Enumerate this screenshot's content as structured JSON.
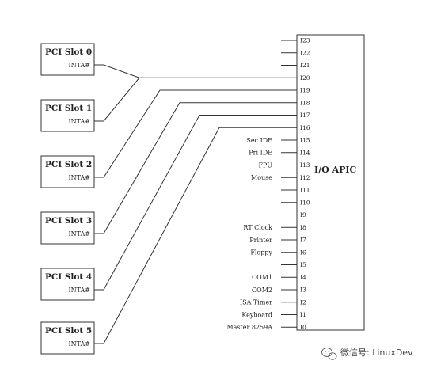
{
  "apic": {
    "title": "I/O APIC",
    "pins": [
      "I23",
      "I22",
      "I21",
      "I20",
      "I19",
      "I18",
      "I17",
      "I16",
      "I15",
      "I14",
      "I13",
      "I12",
      "I11",
      "I10",
      "I9",
      "I8",
      "I7",
      "I6",
      "I5",
      "I4",
      "I3",
      "I2",
      "I1",
      "I0"
    ]
  },
  "slots": [
    {
      "name": "PCI Slot 0",
      "pin": "INTA#"
    },
    {
      "name": "PCI Slot 1",
      "pin": "INTA#"
    },
    {
      "name": "PCI Slot 2",
      "pin": "INTA#"
    },
    {
      "name": "PCI Slot 3",
      "pin": "INTA#"
    },
    {
      "name": "PCI Slot 4",
      "pin": "INTA#"
    },
    {
      "name": "PCI Slot 5",
      "pin": "INTA#"
    }
  ],
  "isa_devices": [
    {
      "label": "Sec IDE",
      "irq": "I15"
    },
    {
      "label": "Pri IDE",
      "irq": "I14"
    },
    {
      "label": "FPU",
      "irq": "I13"
    },
    {
      "label": "Mouse",
      "irq": "I12"
    },
    {
      "label": "RT Clock",
      "irq": "I8"
    },
    {
      "label": "Printer",
      "irq": "I7"
    },
    {
      "label": "Floppy",
      "irq": "I6"
    },
    {
      "label": "COM1",
      "irq": "I4"
    },
    {
      "label": "COM2",
      "irq": "I3"
    },
    {
      "label": "ISA Timer",
      "irq": "I2"
    },
    {
      "label": "Keyboard",
      "irq": "I1"
    },
    {
      "label": "Master 8259A",
      "irq": "I0"
    }
  ],
  "routes": [
    {
      "slot": "PCI Slot 0",
      "irq": "I20"
    },
    {
      "slot": "PCI Slot 1",
      "irq": "I20"
    },
    {
      "slot": "PCI Slot 2",
      "irq": "I19"
    },
    {
      "slot": "PCI Slot 3",
      "irq": "I18"
    },
    {
      "slot": "PCI Slot 4",
      "irq": "I17"
    },
    {
      "slot": "PCI Slot 5",
      "irq": "I16"
    }
  ],
  "watermark": {
    "icon": "wechat-icon",
    "text": "微信号: LinuxDev"
  }
}
